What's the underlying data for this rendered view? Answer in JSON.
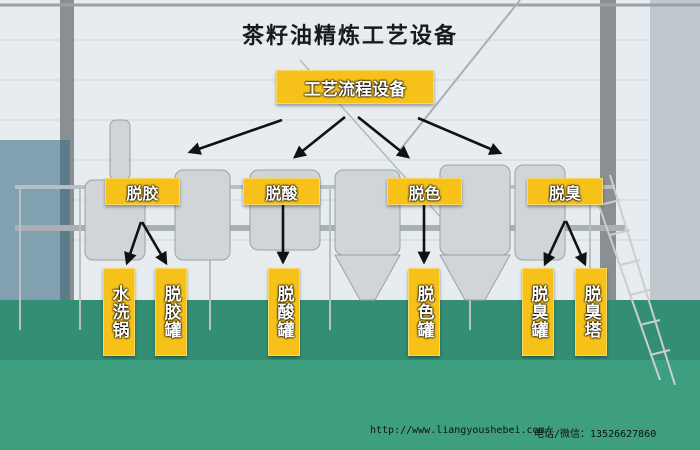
{
  "title": "茶籽油精炼工艺设备",
  "main_box": "工艺流程设备",
  "stages": [
    {
      "label": "脱胶"
    },
    {
      "label": "脱酸"
    },
    {
      "label": "脱色"
    },
    {
      "label": "脱臭"
    }
  ],
  "equipment": [
    {
      "label": "水洗锅"
    },
    {
      "label": "脱胶罐"
    },
    {
      "label": "脱酸罐"
    },
    {
      "label": "脱色罐"
    },
    {
      "label": "脱臭罐"
    },
    {
      "label": "脱臭塔"
    }
  ],
  "footer": {
    "url": "http://www.liangyoushebei.com/",
    "contact": "电话/微信：13526627860"
  },
  "colors": {
    "box": "#f6c21a",
    "arrow": "#111111"
  }
}
